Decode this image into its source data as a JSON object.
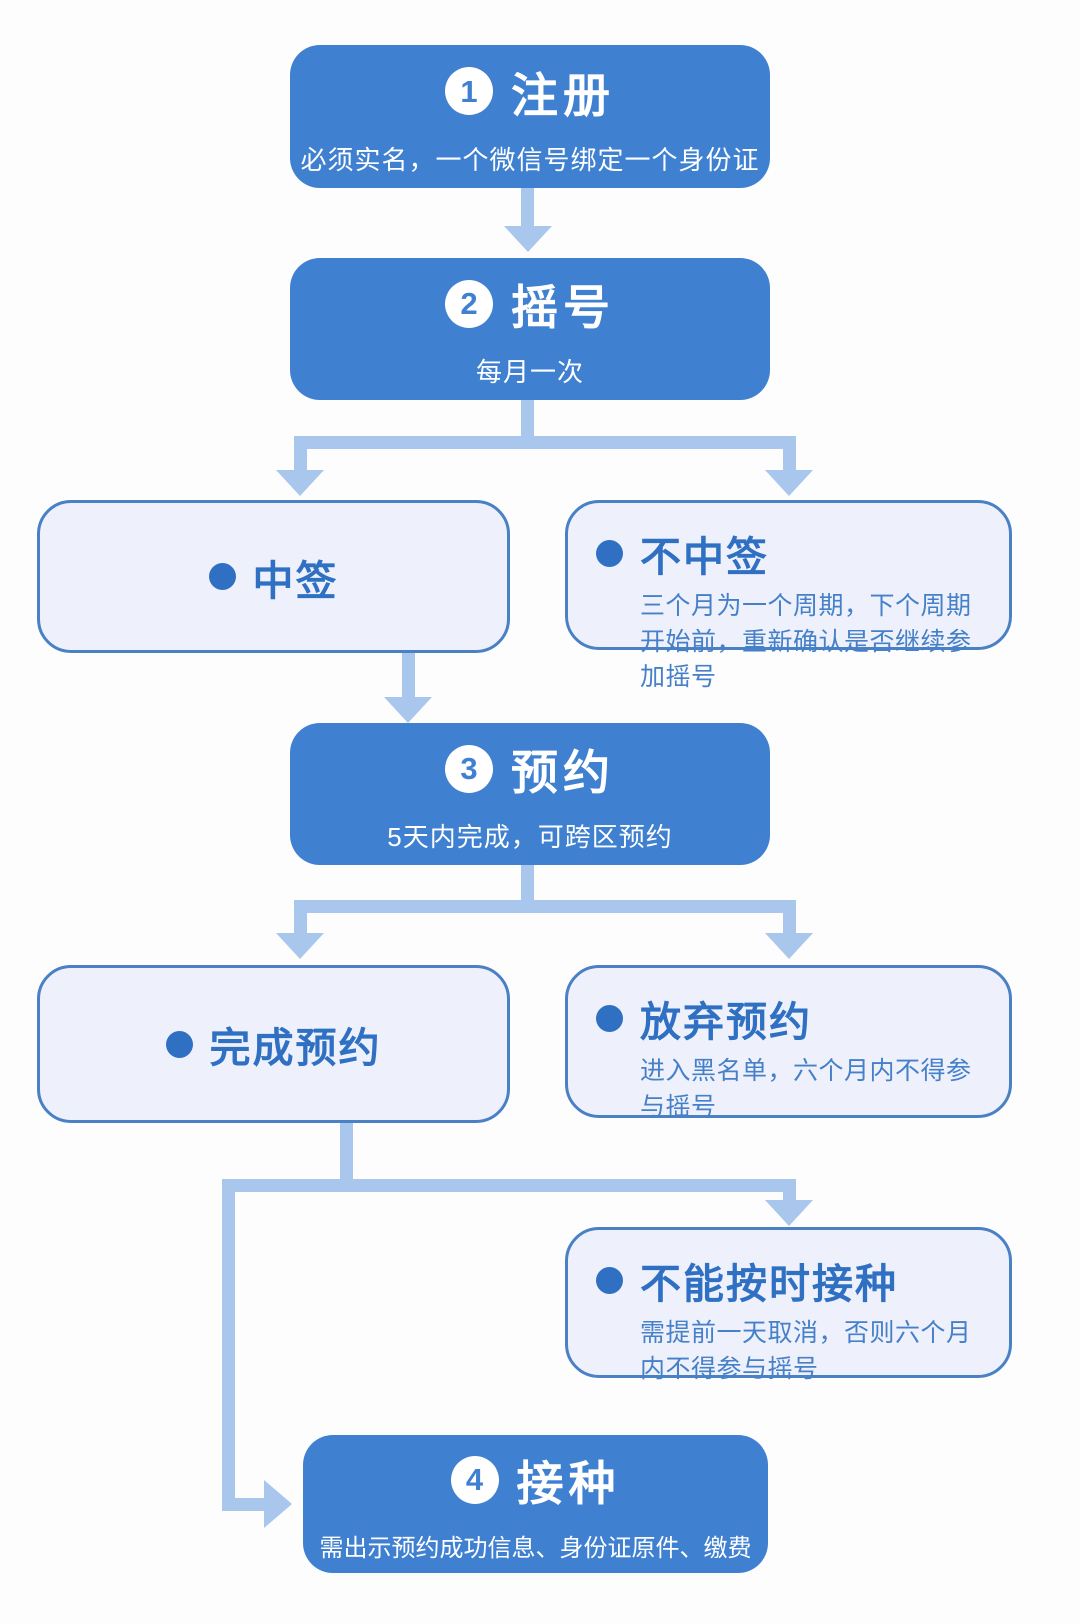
{
  "canvas": {
    "background": "#fdfdfe"
  },
  "colors": {
    "step_box_blue": "#3f80d1",
    "step_box_text": "#ffffff",
    "outcome_box_bg": "#eef1fc",
    "outcome_box_border": "#4a80c4",
    "outcome_title_text": "#2f70c3",
    "outcome_desc_text": "#4580c8",
    "connector_blue": "#a9c6ec"
  },
  "steps": {
    "register": {
      "number": "1",
      "title": "注册",
      "subtitle": "必须实名，一个微信号绑定一个身份证"
    },
    "lottery": {
      "number": "2",
      "title": "摇号",
      "subtitle": "每月一次"
    },
    "appointment": {
      "number": "3",
      "title": "预约",
      "subtitle": "5天内完成，可跨区预约"
    },
    "vaccinate": {
      "number": "4",
      "title": "接种",
      "subtitle": "需出示预约成功信息、身份证原件、缴费"
    }
  },
  "outcomes": {
    "win": {
      "title": "中签"
    },
    "lose": {
      "title": "不中签",
      "desc": "三个月为一个周期，下个周期开始前，重新确认是否继续参加摇号"
    },
    "complete": {
      "title": "完成预约"
    },
    "abandon": {
      "title": "放弃预约",
      "desc": "进入黑名单，六个月内不得参与摇号"
    },
    "late": {
      "title": "不能按时接种",
      "desc": "需提前一天取消，否则六个月内不得参与摇号"
    }
  }
}
